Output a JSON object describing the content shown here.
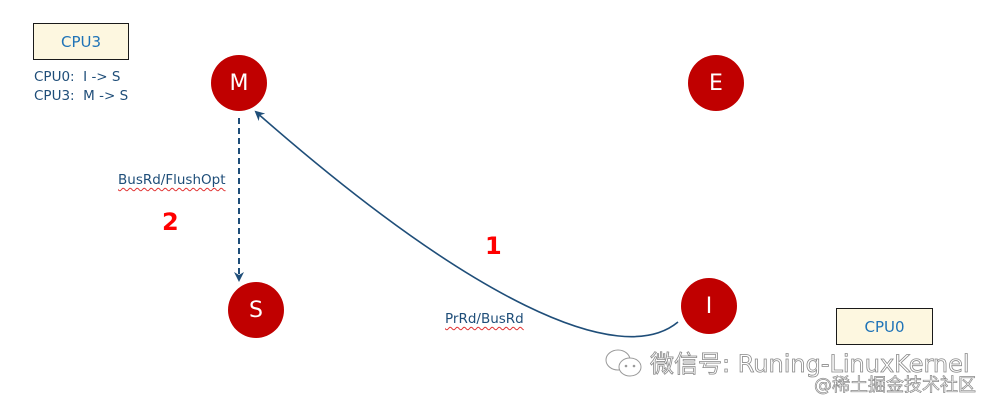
{
  "diagram": {
    "title_box": {
      "label": "CPU3"
    },
    "state_changes": [
      {
        "text": "CPU0:  I -> S"
      },
      {
        "text": "CPU3:  M -> S"
      }
    ],
    "nodes": [
      {
        "id": "M",
        "label": "M"
      },
      {
        "id": "E",
        "label": "E"
      },
      {
        "id": "S",
        "label": "S"
      },
      {
        "id": "I",
        "label": "I"
      }
    ],
    "edges": [
      {
        "from": "I",
        "to": "M",
        "label": "PrRd/BusRd",
        "step": "1",
        "style": "solid"
      },
      {
        "from": "M",
        "to": "S",
        "label": "BusRd/FlushOpt",
        "step": "2",
        "style": "dashed"
      }
    ],
    "cpu_box": {
      "label": "CPU0"
    },
    "colors": {
      "node_fill": "#c00000",
      "arrow": "#1f4e79",
      "step_number": "#ff0000",
      "box_fill": "#fdf7e0",
      "box_text": "#1f73b7"
    }
  },
  "watermark": {
    "line1": "微信号: Runing-LinuxKernel",
    "line2": "@稀土掘金技术社区"
  }
}
